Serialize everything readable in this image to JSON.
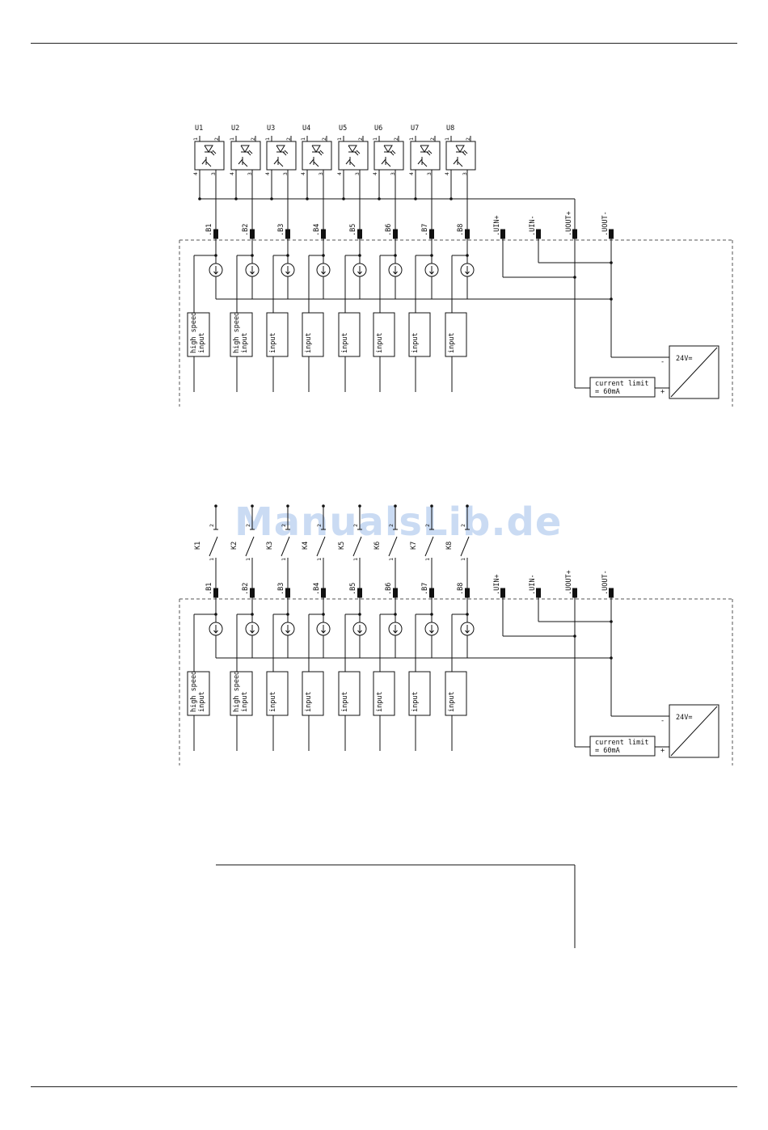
{
  "watermark": "ManualsLib.de",
  "terminals": [
    ".B1",
    ".B2",
    ".B3",
    ".B4",
    ".B5",
    ".B6",
    ".B7",
    ".B8"
  ],
  "power_terminals": [
    ".UIN+",
    ".UIN-",
    ".UOUT+",
    ".UOUT-"
  ],
  "opto_labels": [
    "U1",
    "U2",
    "U3",
    "U4",
    "U5",
    "U6",
    "U7",
    "U8"
  ],
  "relay_labels": [
    "K1",
    "K2",
    "K3",
    "K4",
    "K5",
    "K6",
    "K7",
    "K8"
  ],
  "opto_pins": [
    "1",
    "2",
    "4",
    "3"
  ],
  "relay_pins": [
    "2",
    "1"
  ],
  "input_boxes": [
    [
      "high speed",
      "input"
    ],
    [
      "high speed",
      "input"
    ],
    [
      "input"
    ],
    [
      "input"
    ],
    [
      "input"
    ],
    [
      "input"
    ],
    [
      "input"
    ],
    [
      "input"
    ]
  ],
  "current_limit": [
    "current limit",
    "= 60mA"
  ],
  "power_supply_label": "24V=",
  "psu_minus": "-",
  "psu_plus": "+"
}
